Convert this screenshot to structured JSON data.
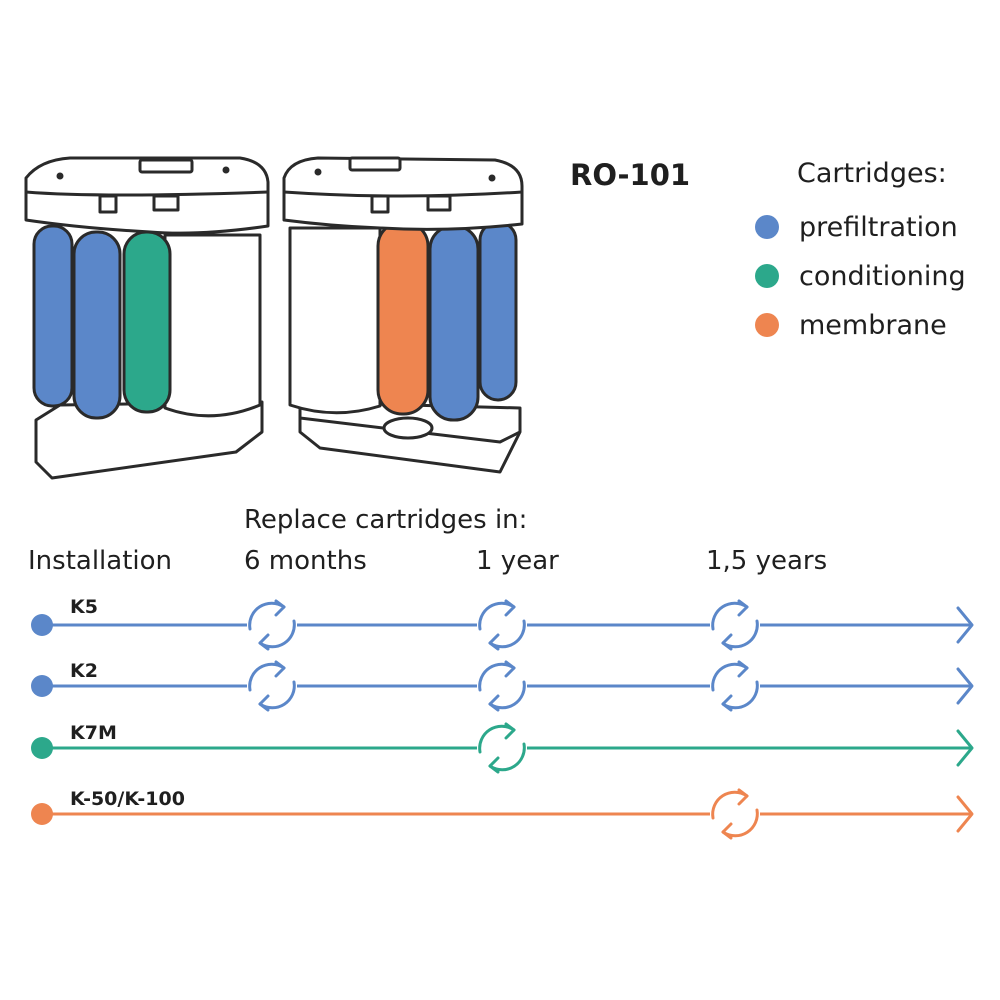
{
  "model": {
    "title": "RO-101"
  },
  "legend": {
    "title": "Cartridges:",
    "items": [
      {
        "label": "prefiltration",
        "color": "#5b87c9"
      },
      {
        "label": "conditioning",
        "color": "#2ca88b"
      },
      {
        "label": "membrane",
        "color": "#ee8550"
      }
    ]
  },
  "timeline": {
    "heading": "Replace cartridges in:",
    "milestones": [
      "Installation",
      "6 months",
      "1 year",
      "1,5 years"
    ],
    "cartridges": [
      {
        "name": "K5",
        "color": "#5b87c9",
        "replace_at": [
          "6 months",
          "1 year",
          "1,5 years"
        ]
      },
      {
        "name": "K2",
        "color": "#5b87c9",
        "replace_at": [
          "6 months",
          "1 year",
          "1,5 years"
        ]
      },
      {
        "name": "K7M",
        "color": "#2ca88b",
        "replace_at": [
          "1 year"
        ]
      },
      {
        "name": "K-50/K-100",
        "color": "#ee8550",
        "replace_at": [
          "1,5 years"
        ]
      }
    ]
  }
}
